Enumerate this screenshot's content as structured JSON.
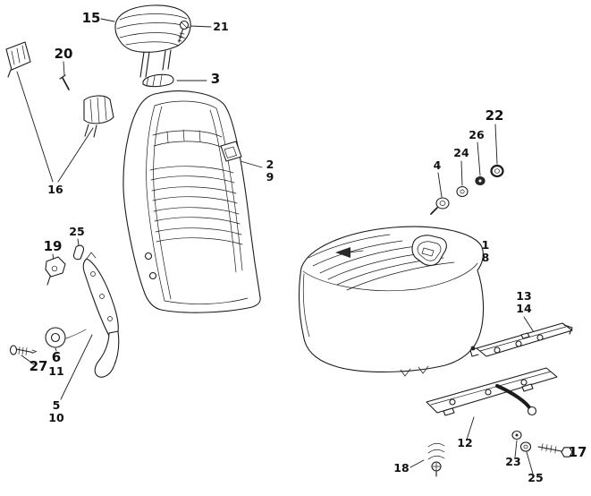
{
  "colors": {
    "background": "#ffffff",
    "line": "#1c1c1c",
    "label": "#111111"
  },
  "callouts": {
    "c15": "15",
    "c21": "21",
    "c20": "20",
    "c3": "3",
    "c2": "2",
    "c9": "9",
    "c16": "16",
    "c22": "22",
    "c26": "26",
    "c24": "24",
    "c4": "4",
    "c25_left": "25",
    "c19": "19",
    "c1": "1",
    "c8": "8",
    "c13": "13",
    "c14": "14",
    "c27": "27",
    "c6": "6",
    "c11": "11",
    "c5": "5",
    "c10": "10",
    "c12": "12",
    "c18": "18",
    "c23": "23",
    "c25_right": "25",
    "c17": "17"
  }
}
